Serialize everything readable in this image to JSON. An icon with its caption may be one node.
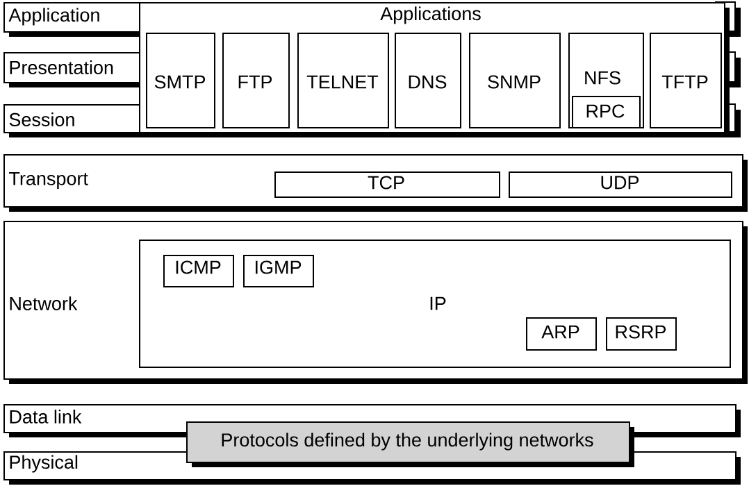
{
  "diagram": {
    "nodes": [
      {
        "text": [
          "Application"
        ]
      },
      {
        "text": [
          "Presentation"
        ]
      },
      {
        "text": [
          "Session"
        ]
      },
      {
        "text": [
          "Applications"
        ]
      },
      {
        "text": [
          "SMTP"
        ],
        "in": 3
      },
      {
        "text": [
          "FTP"
        ],
        "in": 3
      },
      {
        "text": [
          "TELNET"
        ],
        "in": 3
      },
      {
        "text": [
          "DNS"
        ],
        "in": 3
      },
      {
        "text": [
          "SNMP"
        ],
        "in": 3
      },
      {
        "text": [
          "NFS"
        ],
        "in": 3
      },
      {
        "text": [
          "RPC"
        ],
        "in": 9
      },
      {
        "text": [
          "TFTP"
        ],
        "in": 3
      },
      {
        "text": [
          "Transport"
        ]
      },
      {
        "text": [
          "TCP"
        ],
        "in": 12
      },
      {
        "text": [
          "UDP"
        ],
        "in": 12
      },
      {
        "text": [
          "Network"
        ]
      },
      {
        "text": [
          "IP"
        ],
        "in": 15
      },
      {
        "text": [
          "ICMP"
        ],
        "in": 16
      },
      {
        "text": [
          "IGMP"
        ],
        "in": 16
      },
      {
        "text": [
          "ARP"
        ],
        "in": 16
      },
      {
        "text": [
          "RSRP"
        ],
        "in": 16
      },
      {
        "text": [
          "Data link"
        ]
      },
      {
        "text": [
          "Physical"
        ]
      },
      {
        "text": [
          "Protocols defined by the underlying networks"
        ]
      }
    ]
  }
}
